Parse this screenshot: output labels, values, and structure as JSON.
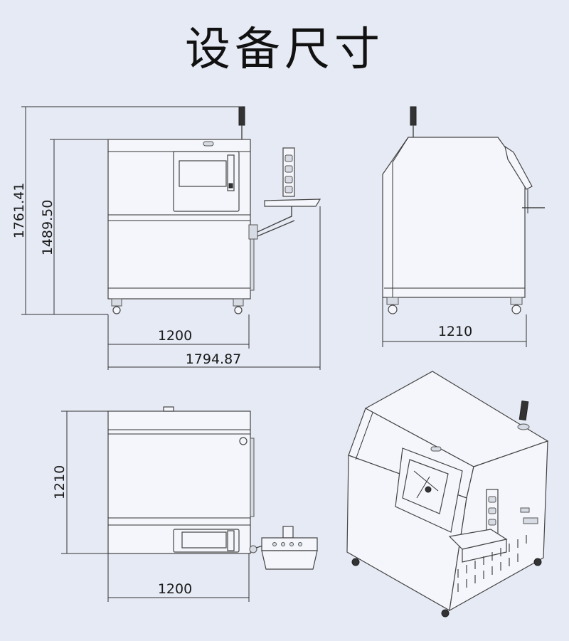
{
  "title": "设备尺寸",
  "dimensions": {
    "front_total_height": "1761.41",
    "front_body_height": "1489.50",
    "front_body_width": "1200",
    "front_total_width": "1794.87",
    "side_depth": "1210",
    "top_depth": "1210",
    "top_width": "1200"
  }
}
